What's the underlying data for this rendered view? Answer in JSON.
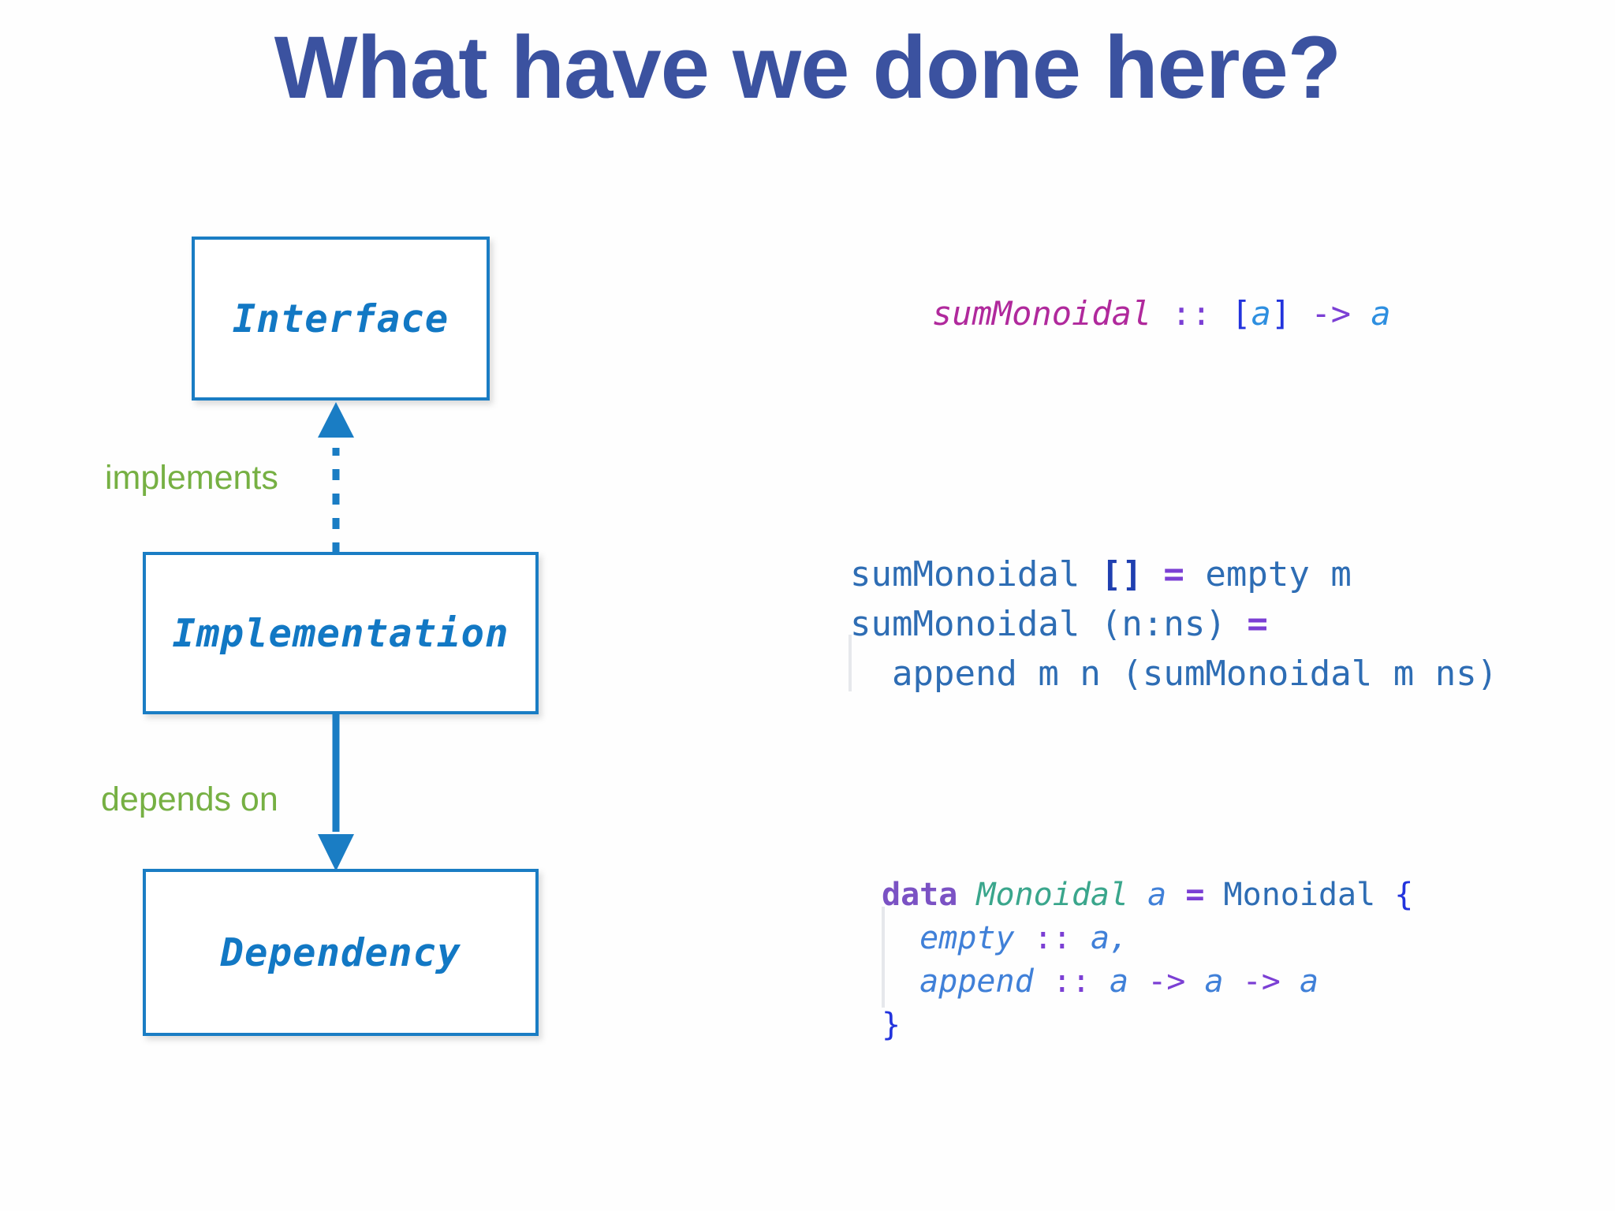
{
  "slide": {
    "title": "What have we done here?",
    "title_color": "#3b52a0",
    "background_color": "#ffffff"
  },
  "diagram": {
    "accent_color": "#1a7dc4",
    "node_text_color": "#1278c4",
    "edge_label_color": "#76b043",
    "nodes": [
      {
        "id": "interface",
        "label": "Interface"
      },
      {
        "id": "implementation",
        "label": "Implementation"
      },
      {
        "id": "dependency",
        "label": "Dependency"
      }
    ],
    "edges": [
      {
        "id": "implements",
        "label": "implements",
        "style": "dashed",
        "direction": "up",
        "from": "implementation",
        "to": "interface"
      },
      {
        "id": "depends-on",
        "label": "depends on",
        "style": "solid",
        "direction": "down",
        "from": "implementation",
        "to": "dependency"
      }
    ]
  },
  "code": {
    "signature": {
      "tokens": [
        {
          "text": "sumMonoidal",
          "kind": "fn-sig"
        },
        {
          "text": " ",
          "kind": "plain"
        },
        {
          "text": "::",
          "kind": "op"
        },
        {
          "text": " ",
          "kind": "plain"
        },
        {
          "text": "[",
          "kind": "bracket"
        },
        {
          "text": "a",
          "kind": "tyvar"
        },
        {
          "text": "]",
          "kind": "bracket"
        },
        {
          "text": " ",
          "kind": "plain"
        },
        {
          "text": "->",
          "kind": "op"
        },
        {
          "text": " ",
          "kind": "plain"
        },
        {
          "text": "a",
          "kind": "tyvar"
        }
      ],
      "plain_text": "sumMonoidal :: [a] -> a"
    },
    "definition": {
      "lines": [
        "sumMonoidal [] = empty m",
        "sumMonoidal (n:ns) =",
        "  append m n (sumMonoidal m ns)"
      ],
      "line1": {
        "fn": "sumMonoidal",
        "pattern": "[]",
        "eq": "=",
        "body": "empty m"
      },
      "line2": {
        "fn": "sumMonoidal",
        "pattern": "(n:ns)",
        "eq": "="
      },
      "line3": {
        "body": "append m n (sumMonoidal m ns)"
      }
    },
    "data_decl": {
      "lines": [
        "data Monoidal a = Monoidal {",
        "  empty :: a,",
        "  append :: a -> a -> a",
        "}"
      ],
      "keyword": "data",
      "type_name": "Monoidal",
      "type_var": "a",
      "eq": "=",
      "constructor": "Monoidal",
      "open_brace": "{",
      "close_brace": "}",
      "fields": [
        {
          "name": "empty",
          "op": "::",
          "type": "a",
          "trailing": ","
        },
        {
          "name": "append",
          "op": "::",
          "type": "a -> a -> a",
          "trailing": ""
        }
      ]
    }
  }
}
